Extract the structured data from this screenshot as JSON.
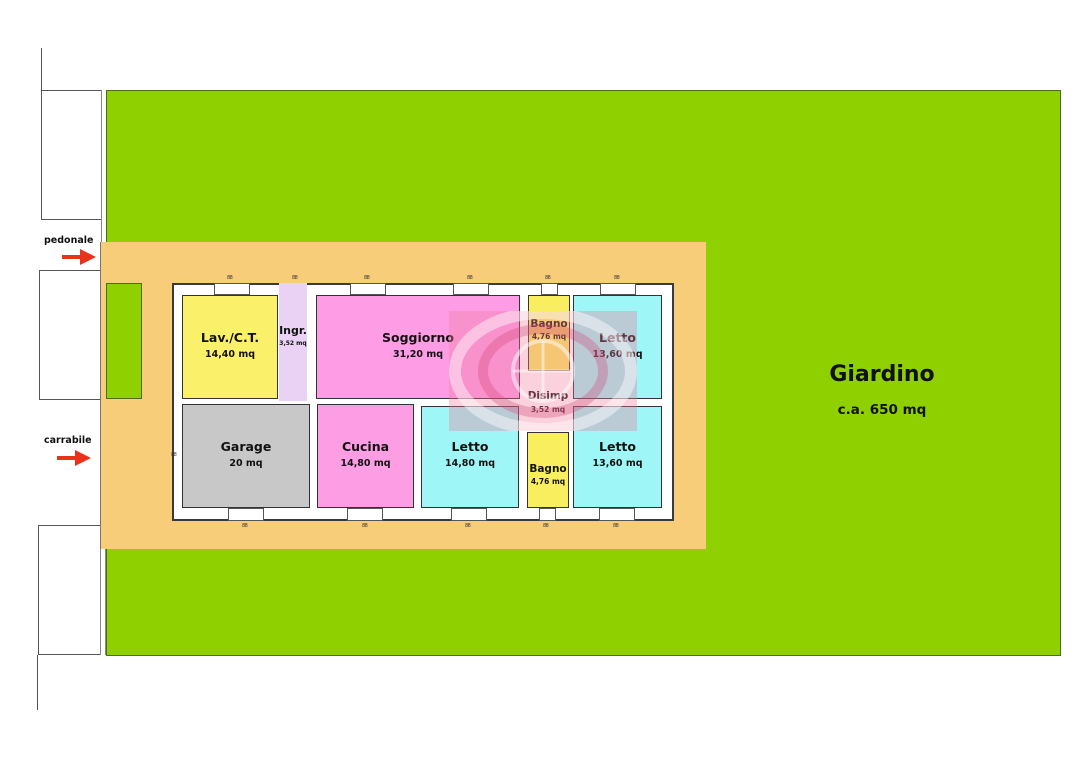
{
  "plan": {
    "colors": {
      "garden": "#8ed000",
      "yard": "#f7cd7a",
      "lav": "#fbf06a",
      "ingr": "#ead2f5",
      "soggiorno": "#fe9de6",
      "garage": "#c8c8c8",
      "cucina": "#fd9de3",
      "letto": "#9ef6f6",
      "bagno": "#f8ee5e",
      "arrow": "#e8321c"
    },
    "access": {
      "pedonale": "pedonale",
      "carrabile": "carrabile"
    },
    "garden": {
      "name": "Giardino",
      "area": "c.a. 650 mq"
    },
    "rooms": [
      {
        "id": "lav",
        "name": "Lav./C.T.",
        "area": "14,40 mq"
      },
      {
        "id": "ingr",
        "name": "Ingr.",
        "area": "3,52 mq"
      },
      {
        "id": "soggiorno",
        "name": "Soggiorno",
        "area": "31,20 mq"
      },
      {
        "id": "bagno1",
        "name": "Bagno",
        "area": "4,76 mq"
      },
      {
        "id": "letto1",
        "name": "Letto",
        "area": "13,60 mq"
      },
      {
        "id": "disimp",
        "name": "Disimp",
        "area": "3,52 mq"
      },
      {
        "id": "garage",
        "name": "Garage",
        "area": "20 mq"
      },
      {
        "id": "cucina",
        "name": "Cucina",
        "area": "14,80 mq"
      },
      {
        "id": "letto2",
        "name": "Letto",
        "area": "14,80 mq"
      },
      {
        "id": "bagno2",
        "name": "Bagno",
        "area": "4,76 mq"
      },
      {
        "id": "letto3",
        "name": "Letto",
        "area": "13,60 mq"
      }
    ],
    "window_code": "88"
  }
}
